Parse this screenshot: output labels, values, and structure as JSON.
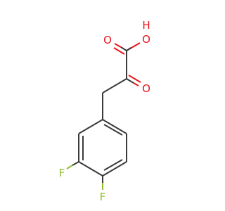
{
  "molecule": {
    "atoms": {
      "hydroxyl_h": "H",
      "hydroxyl_o": "O",
      "carboxyl_o": "O",
      "keto_o": "O",
      "fluorine_3": "F",
      "fluorine_4": "F"
    },
    "colors": {
      "bond": "#3a3a3a",
      "oxygen": "#e8161b",
      "fluorine": "#8fbf2e",
      "background": "#ffffff"
    }
  }
}
